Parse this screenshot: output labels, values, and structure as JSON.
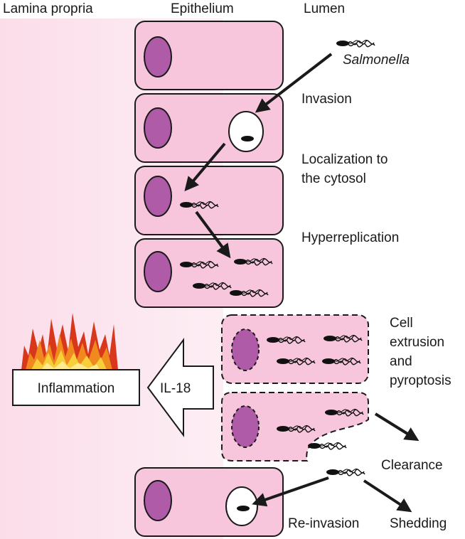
{
  "regions": {
    "lamina_propria": "Lamina propria",
    "epithelium": "Epithelium",
    "lumen": "Lumen"
  },
  "bacterium_name": "Salmonella",
  "steps": {
    "invasion": "Invasion",
    "localization_line1": "Localization to",
    "localization_line2": "the cytosol",
    "hyperreplication": "Hyperreplication",
    "extrusion_line1": "Cell",
    "extrusion_line2": "extrusion",
    "extrusion_line3": "and",
    "extrusion_line4": "pyroptosis",
    "clearance": "Clearance",
    "reinvasion": "Re-invasion",
    "shedding": "Shedding"
  },
  "signals": {
    "cytokine": "IL-18",
    "inflammation": "Inflammation"
  },
  "colors": {
    "lamina_bg": "#fbe1ec",
    "cell_fill": "#f7c5dc",
    "nucleus_fill": "#b05ba7",
    "vacuole_fill": "#ffffff",
    "outline": "#1a1a1a",
    "flame_red": "#d8371c",
    "flame_orange": "#f08a1e",
    "flame_yellow": "#f7cf3a"
  }
}
